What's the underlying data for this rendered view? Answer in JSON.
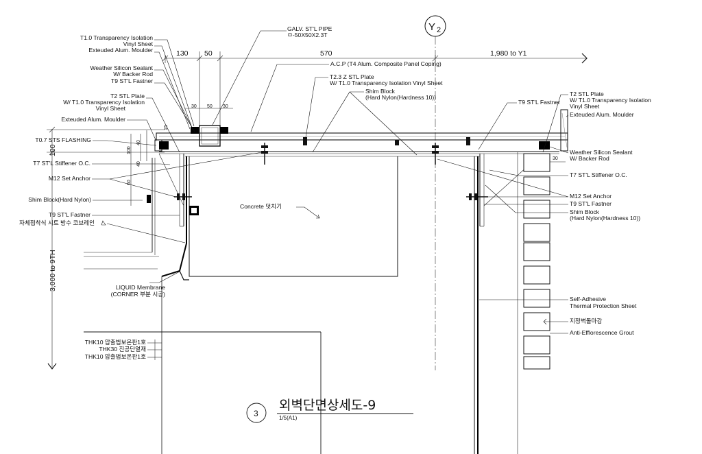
{
  "grid": {
    "axis": "Y",
    "sub": "2"
  },
  "dimensions": {
    "d130": "130",
    "d50": "50",
    "d570": "570",
    "to_y1": "1,980 to Y1",
    "d30a": "30",
    "d50b": "50",
    "d30b": "30",
    "d30r": "30",
    "d100": "100",
    "d40": "40",
    "d15": "15",
    "d100s": "100",
    "d40s": "40",
    "d60": "60",
    "to_9th": "3,000 to 9TH"
  },
  "labels_left": [
    "T1.0 Transparency Isolation",
    "Vinyl Sheet",
    "Exteuded Alum. Moulder",
    "Weather Silicon Sealant",
    "W/ Backer Rod",
    "T9 ST'L Fastner",
    "T2 STL Plate",
    "W/ T1.0 Transparency Isolation",
    "Vinyl Sheet",
    "Exteuded Alum. Moulder",
    "T0.7 STS FLASHING",
    "T7 ST'L Stiffener O.C.",
    "M12 Set Anchor",
    "Shim Block(Hard Nylon)",
    "T9 ST'L Fastner",
    "자체접착식 시트 방수 코브레인"
  ],
  "labels_top": [
    "GALV. ST'L PIPE",
    "ㅁ-50X50X2.3T",
    "A.C.P (T4 Alum. Composite Panel Coping)",
    "T2.3 Z STL Plate",
    "W/ T1.0 Transparency Isolation Vinyl Sheet",
    "Shim Block",
    "(Hard Nylon(Hardness 10))"
  ],
  "labels_right": [
    "T9 ST'L Fastner",
    "T2 STL Plate",
    "W/ T1.0 Transparency Isolation",
    "Vinyl Sheet",
    "Exteuded Alum. Moulder",
    "Weather Silicon Sealant",
    "W/ Backer Rod",
    "T7 ST'L Stiffener O.C.",
    "M12 Set Anchor",
    "T9 ST'L Fastner",
    "Shim Block",
    "(Hard Nylon(Hardness 10))",
    "Self-Adhesive",
    "Thermal Protection Sheet",
    "지정벽돌마감",
    "Anti-Efflorescence Grout"
  ],
  "labels_center": {
    "concrete": "Concrete 덧치기",
    "liquid1": "LIQUID Membrane",
    "liquid2": "(CORNER 부분 시공)"
  },
  "labels_bottom": [
    "THK10 압출법보온판1호",
    "THK30 진공단열재",
    "THK10 압출법보온판1호"
  ],
  "title": {
    "number": "3",
    "text": "외벽단면상세도-9",
    "scale": "1/5(A1)"
  }
}
